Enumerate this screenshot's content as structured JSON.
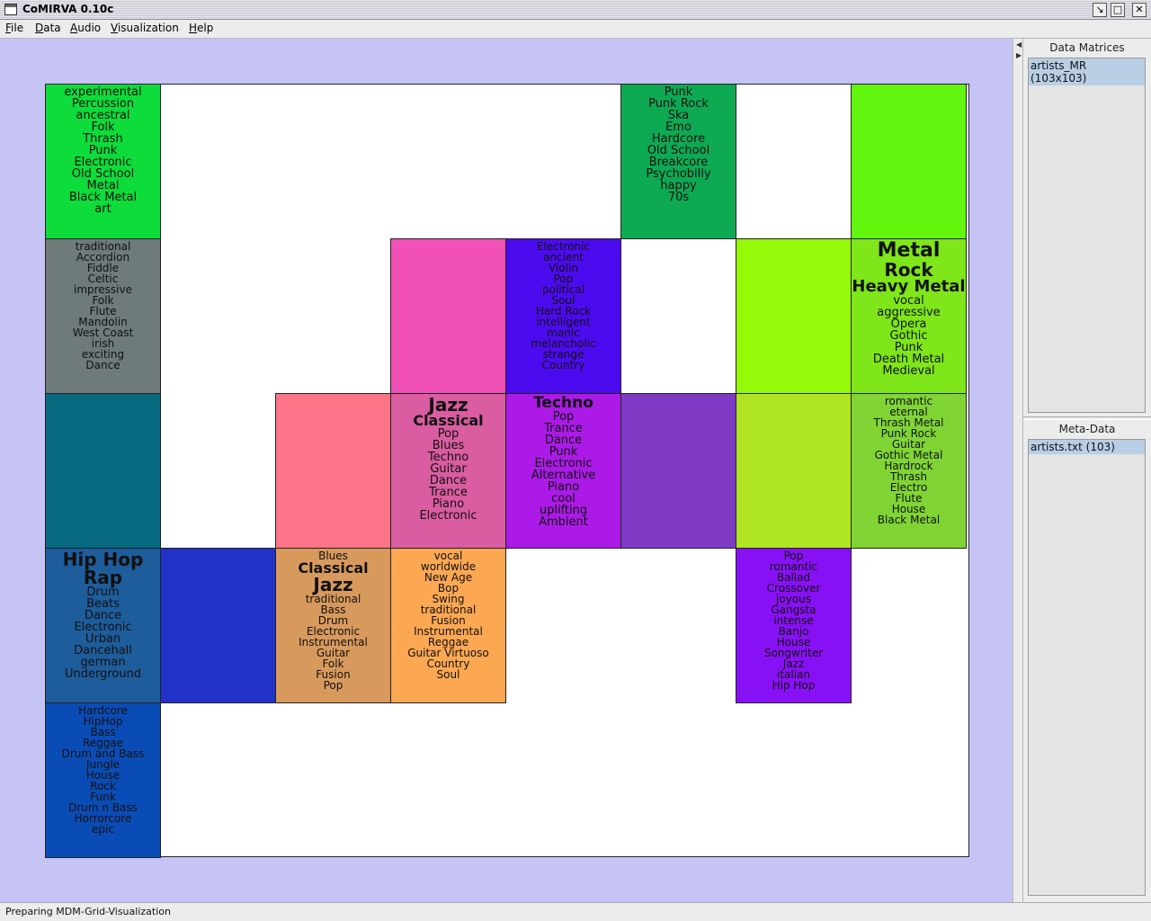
{
  "window": {
    "title": "CoMIRVA 0.10c"
  },
  "menu": [
    "File",
    "Data",
    "Audio",
    "Visualization",
    "Help"
  ],
  "grid": {
    "cells": [
      {
        "row": 0,
        "col": 0,
        "color": "#0ddc3a",
        "words": [
          "experimental",
          "Percussion",
          "ancestral",
          "Folk",
          "Thrash",
          "Punk",
          "Electronic",
          "Old School",
          "Metal",
          "Black Metal",
          "art"
        ]
      },
      {
        "row": 0,
        "col": 5,
        "color": "#0ea953",
        "words": [
          "Punk",
          "Punk Rock",
          "Ska",
          "Emo",
          "Hardcore",
          "Old School",
          "Breakcore",
          "Psychobilly",
          "happy",
          "70s"
        ]
      },
      {
        "row": 0,
        "col": 7,
        "color": "#62f50d",
        "words": []
      },
      {
        "row": 1,
        "col": 0,
        "color": "#6f7a7a",
        "words": [
          "traditional",
          "Accordion",
          "Fiddle",
          "Celtic",
          "impressive",
          "Folk",
          "Flute",
          "Mandolin",
          "West Coast",
          "irish",
          "exciting",
          "Dance"
        ]
      },
      {
        "row": 1,
        "col": 3,
        "color": "#f150b6",
        "words": []
      },
      {
        "row": 1,
        "col": 4,
        "color": "#4c0bee",
        "words": [
          "Electronic",
          "ancient",
          "Violin",
          "Pop",
          "political",
          "Soul",
          "Hard Rock",
          "intelligent",
          "manic",
          "melancholic",
          "strange",
          "Country"
        ]
      },
      {
        "row": 1,
        "col": 6,
        "color": "#94fa0a",
        "words": []
      },
      {
        "row": 1,
        "col": 7,
        "color": "#7ee619",
        "words": [
          "Metal",
          "Rock",
          "Heavy Metal",
          "vocal",
          "aggressive",
          "Opera",
          "Gothic",
          "Punk",
          "Death Metal",
          "Medieval"
        ]
      },
      {
        "row": 2,
        "col": 0,
        "color": "#086a80",
        "words": []
      },
      {
        "row": 2,
        "col": 2,
        "color": "#fd7489",
        "words": []
      },
      {
        "row": 2,
        "col": 3,
        "color": "#d95da0",
        "words": [
          "Jazz",
          "Classical",
          "Pop",
          "Blues",
          "Techno",
          "Guitar",
          "Dance",
          "Trance",
          "Piano",
          "Electronic"
        ]
      },
      {
        "row": 2,
        "col": 4,
        "color": "#ab1ae6",
        "words": [
          "Techno",
          "Pop",
          "Trance",
          "Dance",
          "Punk",
          "Electronic",
          "Alternative",
          "Piano",
          "cool",
          "uplifting",
          "Ambient"
        ]
      },
      {
        "row": 2,
        "col": 5,
        "color": "#7f3ac6",
        "words": []
      },
      {
        "row": 2,
        "col": 6,
        "color": "#b0e524",
        "words": []
      },
      {
        "row": 2,
        "col": 7,
        "color": "#80d534",
        "words": [
          "romantic",
          "eternal",
          "Thrash Metal",
          "Punk Rock",
          "Guitar",
          "Gothic Metal",
          "Hardrock",
          "Thrash",
          "Electro",
          "Flute",
          "House",
          "Black Metal"
        ]
      },
      {
        "row": 3,
        "col": 0,
        "color": "#1e5d9c",
        "words": [
          "Hip Hop",
          "Rap",
          "Drum",
          "Beats",
          "Dance",
          "Electronic",
          "Urban",
          "Dancehall",
          "german",
          "Underground"
        ]
      },
      {
        "row": 3,
        "col": 1,
        "color": "#2132c8",
        "words": []
      },
      {
        "row": 3,
        "col": 2,
        "color": "#d89a5c",
        "words": [
          "Blues",
          "Classical",
          "Jazz",
          "traditional",
          "Bass",
          "Drum",
          "Electronic",
          "Instrumental",
          "Guitar",
          "Folk",
          "Fusion",
          "Pop"
        ]
      },
      {
        "row": 3,
        "col": 3,
        "color": "#fca852",
        "words": [
          "vocal",
          "worldwide",
          "New Age",
          "Bop",
          "Swing",
          "traditional",
          "Fusion",
          "Instrumental",
          "Reggae",
          "Guitar Virtuoso",
          "Country",
          "Soul"
        ]
      },
      {
        "row": 3,
        "col": 6,
        "color": "#8810f4",
        "words": [
          "Pop",
          "romantic",
          "Ballad",
          "Crossover",
          "joyous",
          "Gangsta",
          "intense",
          "Banjo",
          "House",
          "Songwriter",
          "Jazz",
          "italian",
          "Hip Hop"
        ]
      },
      {
        "row": 4,
        "col": 0,
        "color": "#0a4cb5",
        "words": [
          "Hardcore",
          "HipHop",
          "Bass",
          "Reggae",
          "Drum and Bass",
          "Jungle",
          "House",
          "Rock",
          "Funk",
          "Drum n Bass",
          "Horrorcore",
          "epic"
        ]
      }
    ]
  },
  "panel": {
    "matrices_title": "Data Matrices",
    "matrices_item": "artists_MR (103x103)",
    "meta_title": "Meta-Data",
    "meta_item": "artists.txt (103)"
  },
  "status": "Preparing MDM-Grid-Visualization"
}
